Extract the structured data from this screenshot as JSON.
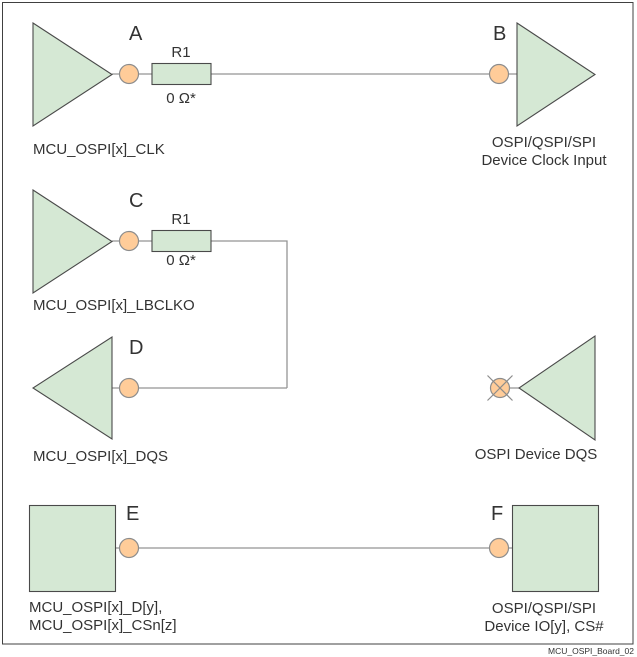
{
  "figure": {
    "pins": {
      "a": "A",
      "b": "B",
      "c": "C",
      "d": "D",
      "e": "E",
      "f": "F"
    },
    "clk_path": {
      "source_label": "MCU_OSPI[x]_CLK",
      "resistor_ref": "R1",
      "resistor_value": "0 Ω*",
      "dest_label_line1": "OSPI/QSPI/SPI",
      "dest_label_line2": "Device Clock Input"
    },
    "lbclko_path": {
      "source_label": "MCU_OSPI[x]_LBCLKO",
      "resistor_ref": "R1",
      "resistor_value": "0 Ω*"
    },
    "dqs_path": {
      "source_label": "MCU_OSPI[x]_DQS",
      "dest_label": "OSPI Device DQS"
    },
    "data_path": {
      "source_label_line1": "MCU_OSPI[x]_D[y],",
      "source_label_line2": "MCU_OSPI[x]_CSn[z]",
      "dest_label_line1": "OSPI/QSPI/SPI",
      "dest_label_line2": "Device IO[y], CS#"
    },
    "figure_tag": "MCU_OSPI_Board_02",
    "colors": {
      "shape_fill": "#d5e8d4",
      "shape_stroke": "#4a4a4a",
      "pin_fill": "#ffcc99",
      "wire": "#949494",
      "text": "#333333"
    }
  }
}
